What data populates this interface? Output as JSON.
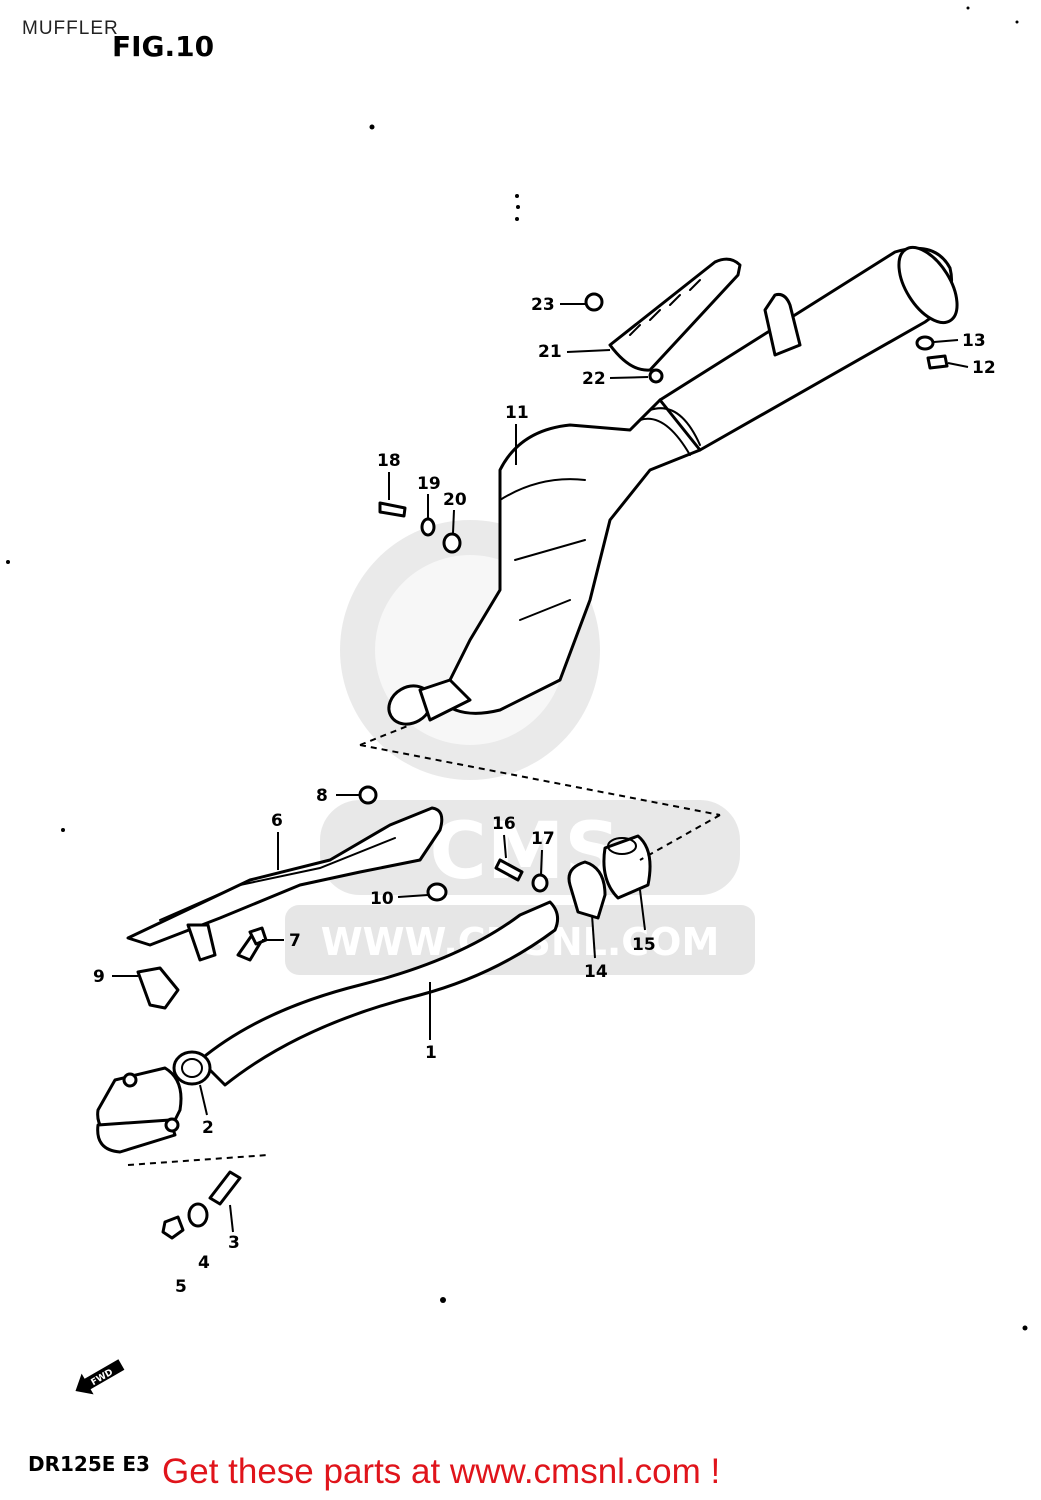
{
  "header": {
    "section_label": "MUFFLER",
    "figure_title": "FIG.10"
  },
  "footer": {
    "model_code": "DR125E E3",
    "promo_text": "Get these parts at www.cmsnl.com !"
  },
  "watermark": {
    "text": "WWW.CMSNL.COM",
    "logo_text": "CMS"
  },
  "colors": {
    "promo": "#e0141b",
    "watermark": "#d9d9d9",
    "ink": "#000000"
  },
  "parts": [
    {
      "id": "1",
      "label": "1"
    },
    {
      "id": "2",
      "label": "2"
    },
    {
      "id": "3",
      "label": "3"
    },
    {
      "id": "4",
      "label": "4"
    },
    {
      "id": "5",
      "label": "5"
    },
    {
      "id": "6",
      "label": "6"
    },
    {
      "id": "7",
      "label": "7"
    },
    {
      "id": "8",
      "label": "8"
    },
    {
      "id": "9",
      "label": "9"
    },
    {
      "id": "10",
      "label": "10"
    },
    {
      "id": "11",
      "label": "11"
    },
    {
      "id": "12",
      "label": "12"
    },
    {
      "id": "13",
      "label": "13"
    },
    {
      "id": "14",
      "label": "14"
    },
    {
      "id": "15",
      "label": "15"
    },
    {
      "id": "16",
      "label": "16"
    },
    {
      "id": "17",
      "label": "17"
    },
    {
      "id": "18",
      "label": "18"
    },
    {
      "id": "19",
      "label": "19"
    },
    {
      "id": "20",
      "label": "20"
    },
    {
      "id": "21",
      "label": "21"
    },
    {
      "id": "22",
      "label": "22"
    },
    {
      "id": "23",
      "label": "23"
    }
  ],
  "fwd_arrow": {
    "label": "FWD"
  }
}
